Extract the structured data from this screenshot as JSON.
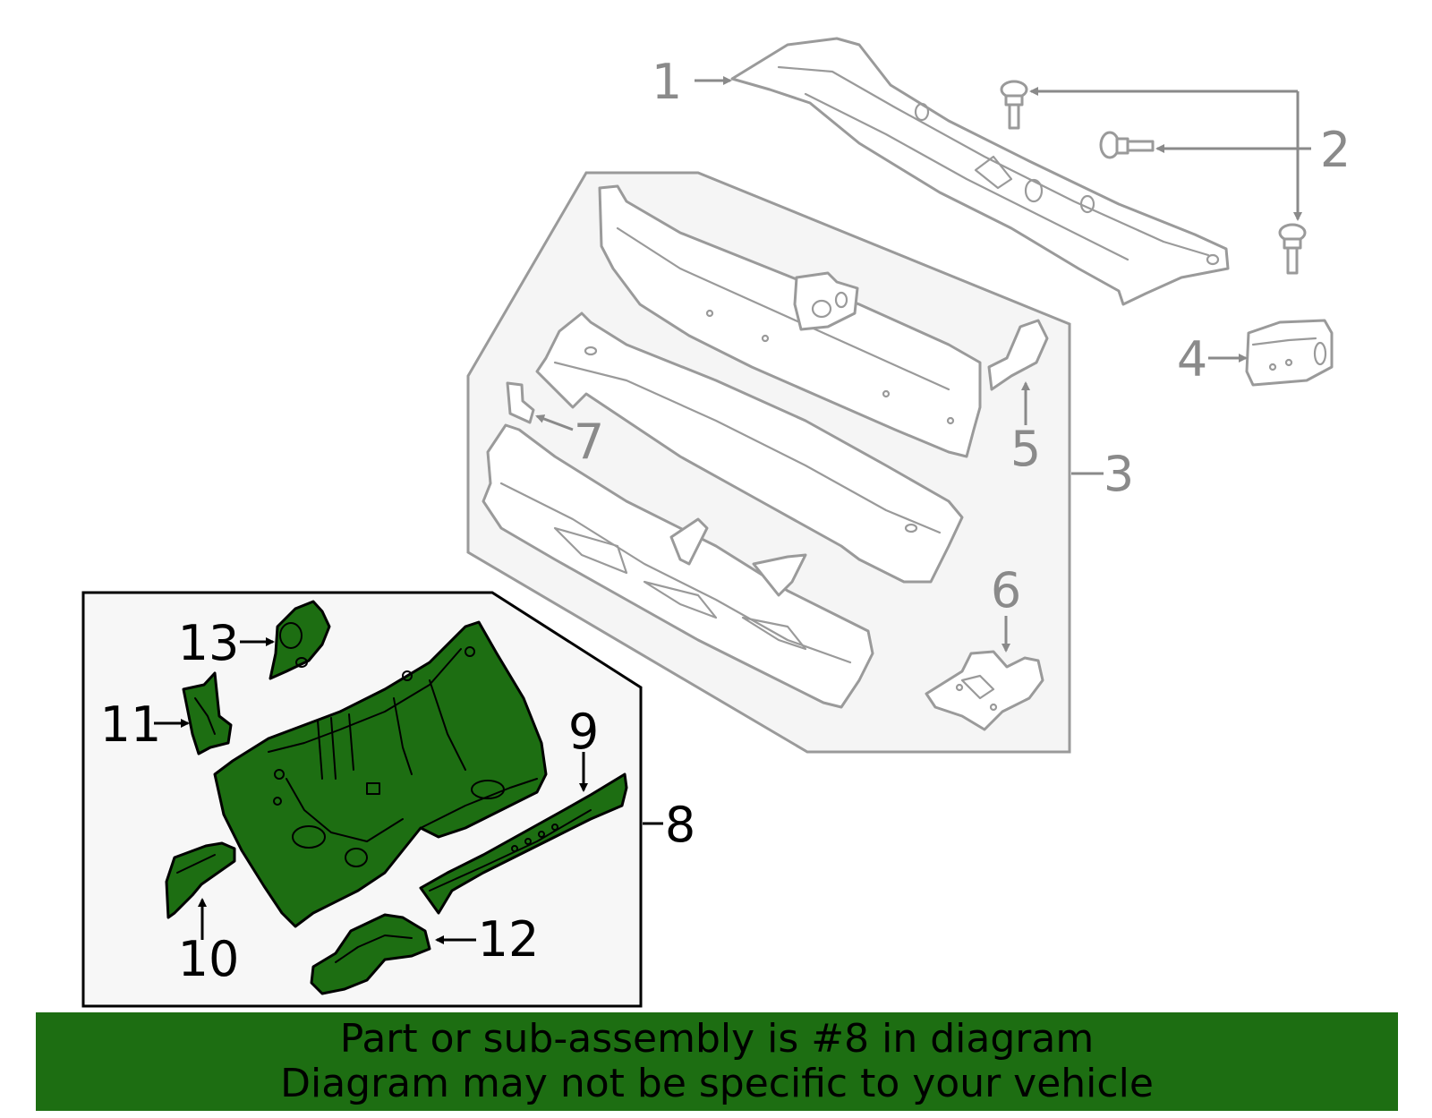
{
  "diagram": {
    "highlighted_part": "8",
    "highlight_color": "#1d6e12",
    "callouts": {
      "c1": "1",
      "c2": "2",
      "c3": "3",
      "c4": "4",
      "c5": "5",
      "c6": "6",
      "c7": "7",
      "c8": "8",
      "c9": "9",
      "c10": "10",
      "c11": "11",
      "c12": "12",
      "c13": "13"
    }
  },
  "banner": {
    "line1": "Part or sub-assembly is #8 in diagram",
    "line2": "Diagram may not be specific to your vehicle",
    "background": "#1d6e12"
  }
}
